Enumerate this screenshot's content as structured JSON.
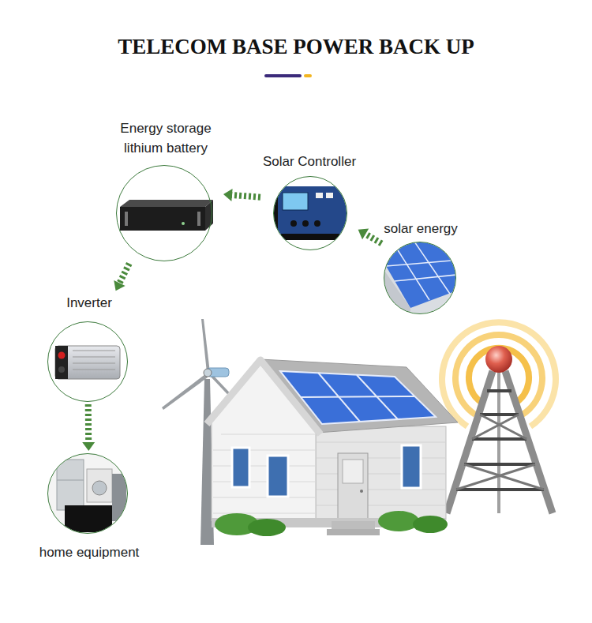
{
  "diagram": {
    "title": "TELECOM BASE POWER BACK UP",
    "nodes": [
      {
        "text": [
          "Energy storage lithium battery"
        ]
      },
      {
        "text": [
          "Solar Controller"
        ]
      },
      {
        "text": [
          "solar energy"
        ]
      },
      {
        "text": [
          "Inverter"
        ]
      },
      {
        "text": [
          "home equipment"
        ]
      }
    ],
    "edges": [
      {
        "from": 2,
        "to": 1,
        "arrow": "to"
      },
      {
        "from": 1,
        "to": 0,
        "arrow": "to"
      },
      {
        "from": 0,
        "to": 3,
        "arrow": "to"
      },
      {
        "from": 3,
        "to": 4,
        "arrow": "to"
      }
    ]
  }
}
